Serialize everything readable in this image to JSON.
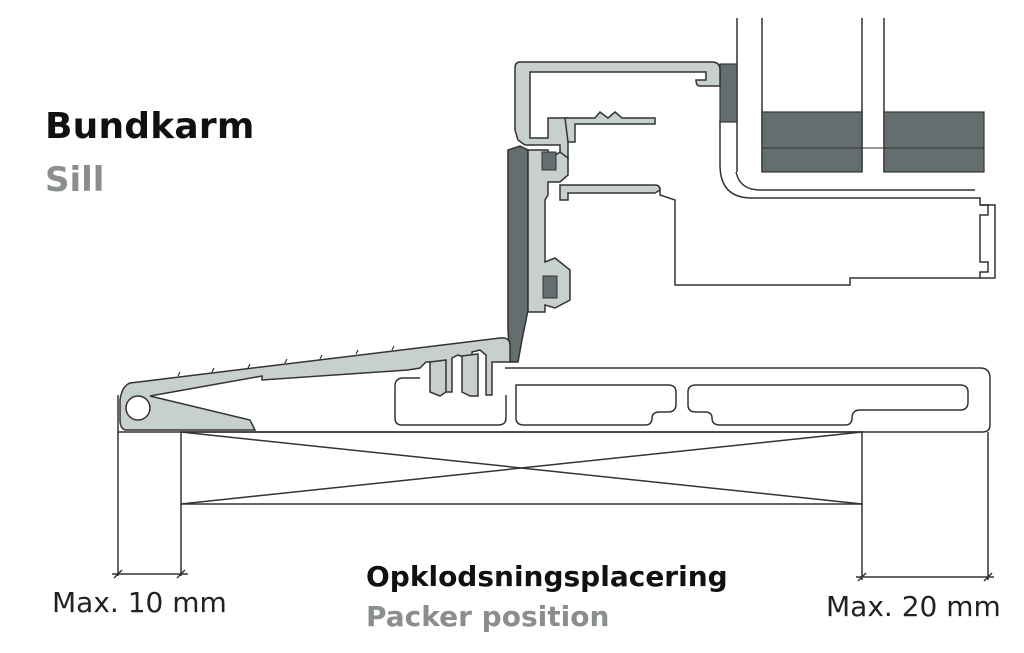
{
  "heading": {
    "danish": "Bundkarm",
    "english": "Sill"
  },
  "packer": {
    "danish": "Opklodsningsplacering",
    "english": "Packer position"
  },
  "dimensions": {
    "left": "Max. 10 mm",
    "right": "Max. 20 mm"
  },
  "colors": {
    "dark_gray": "#646e6e",
    "light_gray": "#c8cfcf",
    "outline": "#333333",
    "muted_text": "#8a8e8e"
  }
}
